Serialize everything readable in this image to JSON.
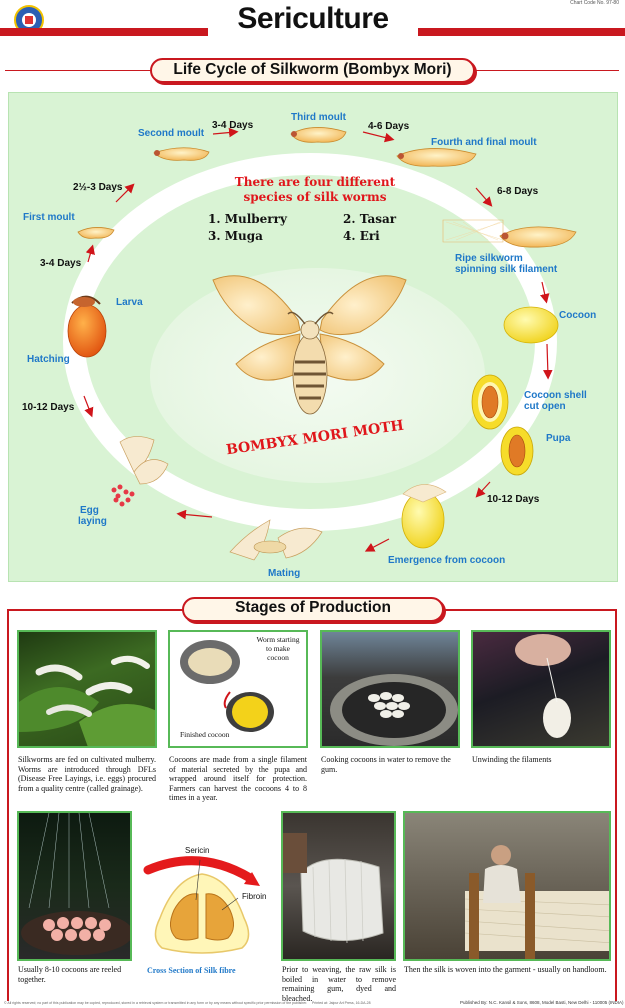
{
  "header": {
    "chart_code": "Chart Code No. 97-80",
    "title": "Sericulture"
  },
  "life_cycle": {
    "title": "Life Cycle of Silkworm (Bombyx Mori)",
    "stages": {
      "second_moult": "Second moult",
      "third_moult": "Third moult",
      "fourth_moult": "Fourth and final moult",
      "first_moult": "First moult",
      "ripe_l1": "Ripe silkworm",
      "ripe_l2": "spinning silk filament",
      "cocoon": "Cocoon",
      "shell_l1": "Cocoon shell",
      "shell_l2": "cut open",
      "pupa": "Pupa",
      "emergence": "Emergence from cocoon",
      "mating": "Mating",
      "egg_l1": "Egg",
      "egg_l2": "laying",
      "hatching": "Hatching",
      "larva": "Larva"
    },
    "durations": {
      "d1": "3-4 Days",
      "d2": "4-6 Days",
      "d3": "6-8 Days",
      "d4": "2½-3 Days",
      "d5": "3-4 Days",
      "d6": "10-12 Days",
      "d7": "10-12 Days"
    },
    "species_heading_l1": "There are four different",
    "species_heading_l2": "species of silk worms",
    "species": [
      "1. Mulberry",
      "2. Tasar",
      "3. Muga",
      "4. Eri"
    ],
    "moth_label": "BOMBYX MORI MOTH"
  },
  "production": {
    "title": "Stages of Production",
    "inset": {
      "worm_l1": "Worm starting",
      "worm_l2": "to make",
      "worm_l3": "cocoon",
      "finished": "Finished cocoon"
    },
    "captions": [
      "Silkworms are fed on cultivated mulberry. Worms are introduced through DFLs (Disease Free Layings, i.e. eggs) procured from a quality centre (called grainage).",
      "Cocoons are made from a single filament of material secreted by the pupa and wrapped around itself for protection. Farmers can harvest the cocoons 4 to 8 times in a year.",
      "Cooking cocoons in water to remove the gum.",
      "Unwinding the filaments",
      "Usually 8-10 cocoons are reeled together.",
      "Prior to weaving, the raw silk is boiled in water to remove remaining gum, dyed and bleached.",
      "Then the silk is woven into the garment - usually on handloom."
    ],
    "cross_section": {
      "sericin": "Sericin",
      "fibroin": "Fibroin",
      "caption": "Cross Section of Silk fibre"
    }
  },
  "footer": {
    "rights": "© All rights reserved; no part of this publication may be copied, reproduced, stored in a retrieval system or transmitted in any form or by any means without specific prior permission of the publisher.",
    "printed": "Printed at: Jaipur Art Press, 16-DA-28",
    "published": "Published By: N.C. Kansil & Sons, 8608, Model Basti, New Delhi - 110005 (INDIA)"
  },
  "colors": {
    "accent_red": "#c9181f",
    "panel_green": "#d9f3d4",
    "label_blue": "#1f78c8",
    "photo_border": "#57b957"
  }
}
